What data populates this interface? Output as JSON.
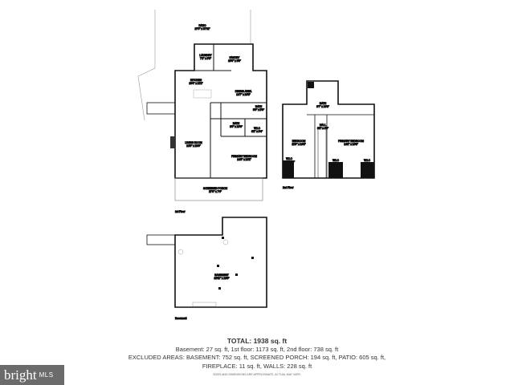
{
  "floors": {
    "first": {
      "label": "1st Floor",
      "rooms": [
        {
          "name": "PATIO",
          "dims": "27'0\" x 37'11\""
        },
        {
          "name": "LAUNDRY",
          "dims": "7'2\" x 6'3\""
        },
        {
          "name": "PANTRY",
          "dims": "10'0\" x 6'5\""
        },
        {
          "name": "KITCHEN",
          "dims": "13'4\" x 11'1\""
        },
        {
          "name": "DINING AREA",
          "dims": "14'7\" x 10'8\""
        },
        {
          "name": "BATH",
          "dims": "5'0\" x 5'6\""
        },
        {
          "name": "BATH",
          "dims": "8'0\" x 10'6\""
        },
        {
          "name": "W.I.C",
          "dims": "6'1\" x 6'4\""
        },
        {
          "name": "LIVING ROOM",
          "dims": "14'9\" x 23'0\""
        },
        {
          "name": "PRIMARY BEDROOM",
          "dims": "14'3\" x 13'1\""
        },
        {
          "name": "SCREENED PORCH",
          "dims": "27'6\" x 7'0\""
        }
      ]
    },
    "second": {
      "label": "2nd Floor",
      "rooms": [
        {
          "name": "BATH",
          "dims": "9'7\" x 10'8\""
        },
        {
          "name": "HALL",
          "dims": "3'1\" x 4'6\""
        },
        {
          "name": "BEDROOM",
          "dims": "11'0\" x 19'8\""
        },
        {
          "name": "PRIMARY BEDROOM",
          "dims": "14'1\" x 19'8\""
        },
        {
          "name": "W.I.C",
          "dims": "4'9\" x 4'6\""
        },
        {
          "name": "W.I.C",
          "dims": "4'1\" x 2'1\""
        },
        {
          "name": "W.I.C",
          "dims": "3'9\" x 2'1\""
        }
      ]
    },
    "basement": {
      "label": "Basement",
      "rooms": [
        {
          "name": "BASEMENT",
          "dims": "26'11\" x 28'5\""
        }
      ]
    }
  },
  "summary": {
    "total": "TOTAL: 1938 sq. ft",
    "line1": "Basement: 27 sq. ft, 1st floor: 1173 sq. ft, 2nd floor: 738 sq. ft",
    "line2": "EXCLUDED AREAS: BASEMENT: 752 sq. ft, SCREENED PORCH: 194 sq. ft, PATIO: 605 sq. ft,",
    "line3": "FIREPLACE: 11 sq. ft, WALLS: 228 sq. ft",
    "disclaimer": "SIZES AND DIMENSIONS ARE APPROXIMATE, ACTUAL MAY VARY."
  },
  "logo": {
    "brand": "bright",
    "suffix": "MLS",
    "background": "#6b6b6b"
  }
}
